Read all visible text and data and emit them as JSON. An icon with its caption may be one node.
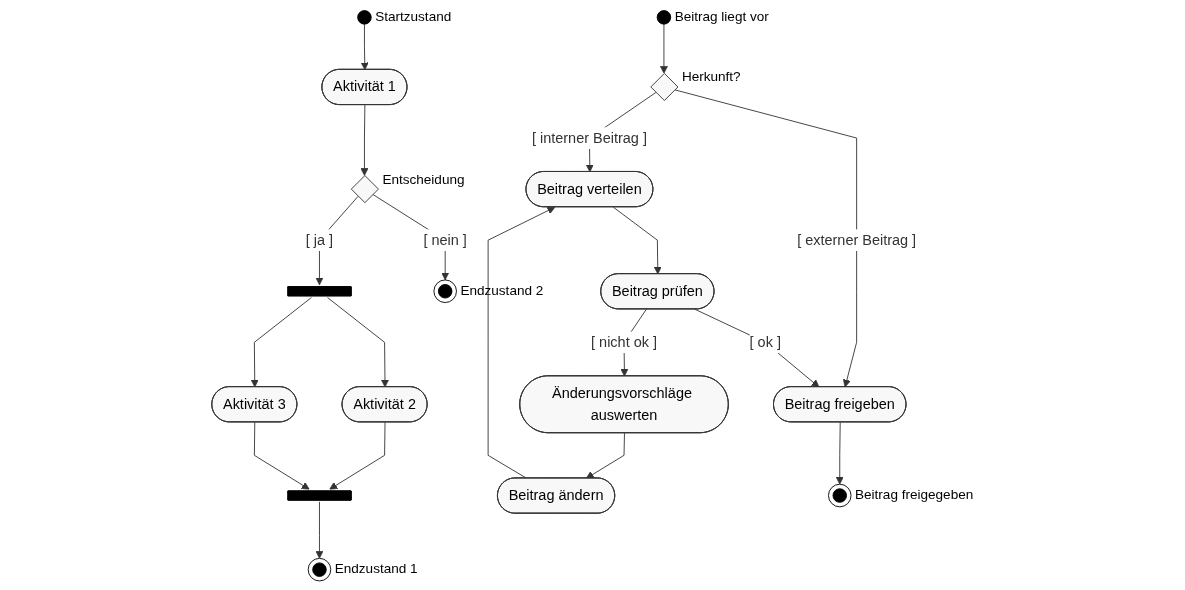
{
  "diagram": {
    "nodes": [
      {
        "text": [],
        "shape": "circle",
        "beside": [
          "Startzustand"
        ]
      },
      {
        "text": [
          "Aktivität 1"
        ]
      },
      {
        "text": [],
        "shape": "diamond",
        "beside": [
          "Entscheidung"
        ]
      },
      {
        "text": [],
        "shape": "bar"
      },
      {
        "text": [
          "Aktivität 2"
        ]
      },
      {
        "text": [
          "Aktivität 3"
        ]
      },
      {
        "text": [],
        "shape": "bar"
      },
      {
        "text": [],
        "shape": "bullseye",
        "beside": [
          "Endzustand 1"
        ]
      },
      {
        "text": [],
        "shape": "bullseye",
        "beside": [
          "Endzustand 2"
        ]
      },
      {
        "text": [],
        "shape": "circle",
        "beside": [
          "Beitrag liegt vor"
        ]
      },
      {
        "text": [],
        "shape": "diamond",
        "beside": [
          "Herkunft?"
        ]
      },
      {
        "text": [
          "Beitrag verteilen"
        ]
      },
      {
        "text": [
          "Beitrag prüfen"
        ]
      },
      {
        "text": [
          "Änderungsvorschläge auswerten"
        ]
      },
      {
        "text": [
          "Beitrag ändern"
        ]
      },
      {
        "text": [
          "Beitrag freigeben"
        ]
      },
      {
        "text": [],
        "shape": "bullseye",
        "beside": [
          "Beitrag freigegeben"
        ]
      }
    ],
    "edges": [
      {
        "from": 0,
        "to": 1,
        "arrow": "to"
      },
      {
        "from": 1,
        "to": 2,
        "arrow": "to"
      },
      {
        "from": 2,
        "to": 3,
        "arrow": "to",
        "label": "[ ja ]"
      },
      {
        "from": 2,
        "to": 8,
        "arrow": "to",
        "label": "[ nein ]"
      },
      {
        "from": 3,
        "to": 4,
        "arrow": "to"
      },
      {
        "from": 3,
        "to": 5,
        "arrow": "to"
      },
      {
        "from": 4,
        "to": 6,
        "arrow": "to"
      },
      {
        "from": 5,
        "to": 6,
        "arrow": "to"
      },
      {
        "from": 6,
        "to": 7,
        "arrow": "to"
      },
      {
        "from": 9,
        "to": 10,
        "arrow": "to"
      },
      {
        "from": 10,
        "to": 15,
        "arrow": "to",
        "label": "[ externer Beitrag ]"
      },
      {
        "from": 10,
        "to": 11,
        "arrow": "to",
        "label": "[ interner Beitrag ]"
      },
      {
        "from": 11,
        "to": 12,
        "arrow": "to"
      },
      {
        "from": 12,
        "to": 13,
        "arrow": "to",
        "label": "[ nicht ok ]"
      },
      {
        "from": 12,
        "to": 15,
        "arrow": "to",
        "label": "[ ok ]"
      },
      {
        "from": 13,
        "to": 14,
        "arrow": "to"
      },
      {
        "from": 14,
        "to": 11,
        "arrow": "to"
      },
      {
        "from": 15,
        "to": 16,
        "arrow": "to"
      }
    ]
  }
}
